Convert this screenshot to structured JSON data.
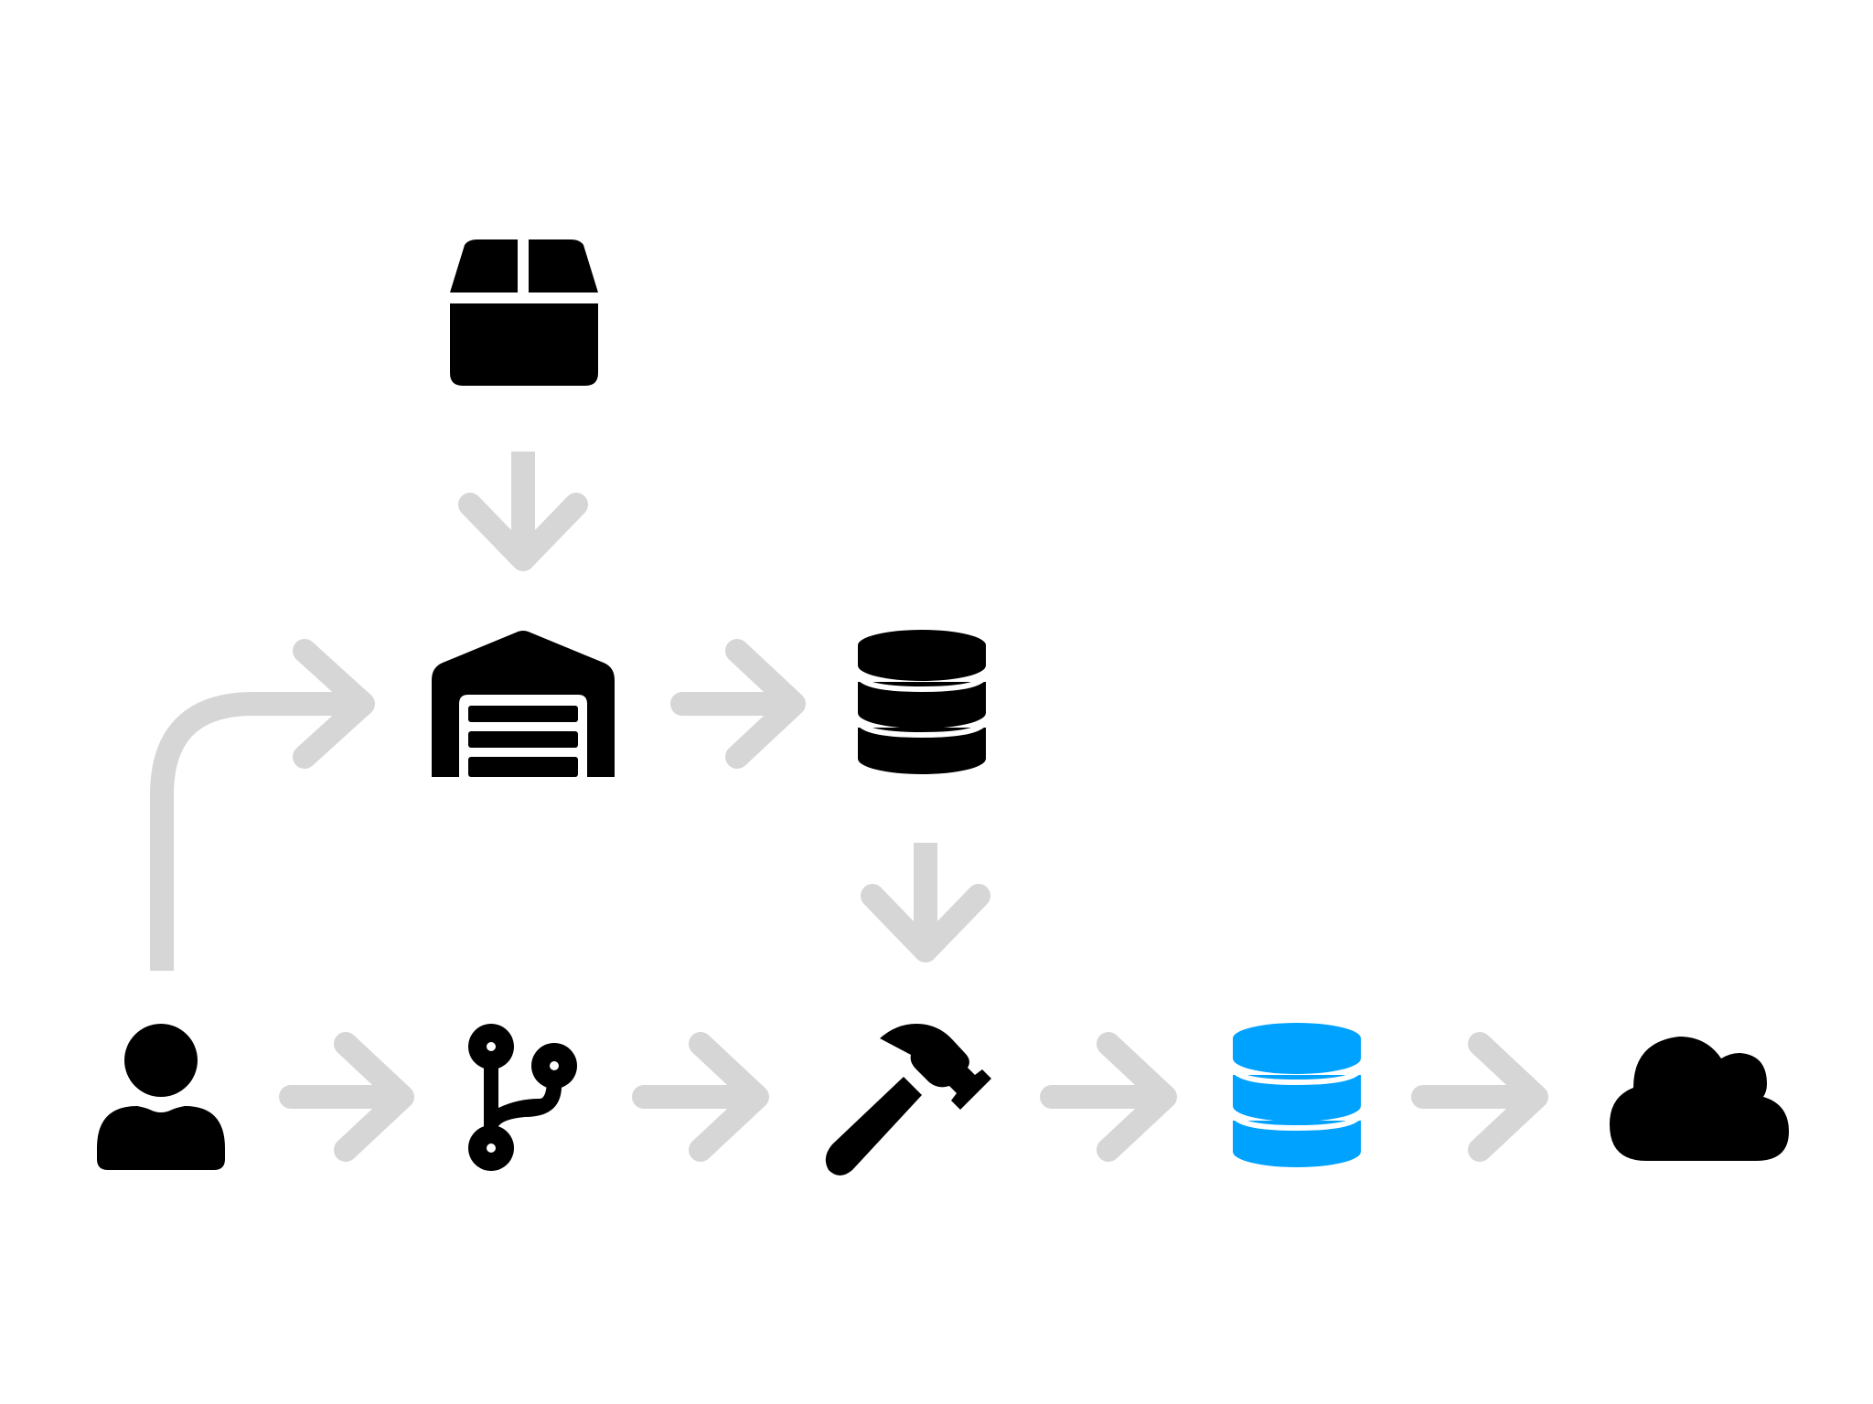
{
  "diagram": {
    "background": "#ffffff",
    "colors": {
      "icon": "#000000",
      "accent_database": "#00A2FF",
      "arrow": "#D6D6D6"
    },
    "nodes": [
      {
        "id": "package",
        "icon": "package-box-icon"
      },
      {
        "id": "warehouse",
        "icon": "warehouse-icon"
      },
      {
        "id": "database-source",
        "icon": "database-icon"
      },
      {
        "id": "user",
        "icon": "user-icon"
      },
      {
        "id": "git-branch",
        "icon": "git-branch-icon"
      },
      {
        "id": "build-hammer",
        "icon": "hammer-icon"
      },
      {
        "id": "database-target",
        "icon": "database-icon",
        "color": "#00A2FF"
      },
      {
        "id": "cloud",
        "icon": "cloud-icon"
      }
    ],
    "edges": [
      {
        "from": "package",
        "to": "warehouse"
      },
      {
        "from": "user",
        "to": "warehouse"
      },
      {
        "from": "warehouse",
        "to": "database-source"
      },
      {
        "from": "database-source",
        "to": "build-hammer"
      },
      {
        "from": "user",
        "to": "git-branch"
      },
      {
        "from": "git-branch",
        "to": "build-hammer"
      },
      {
        "from": "build-hammer",
        "to": "database-target"
      },
      {
        "from": "database-target",
        "to": "cloud"
      }
    ]
  }
}
